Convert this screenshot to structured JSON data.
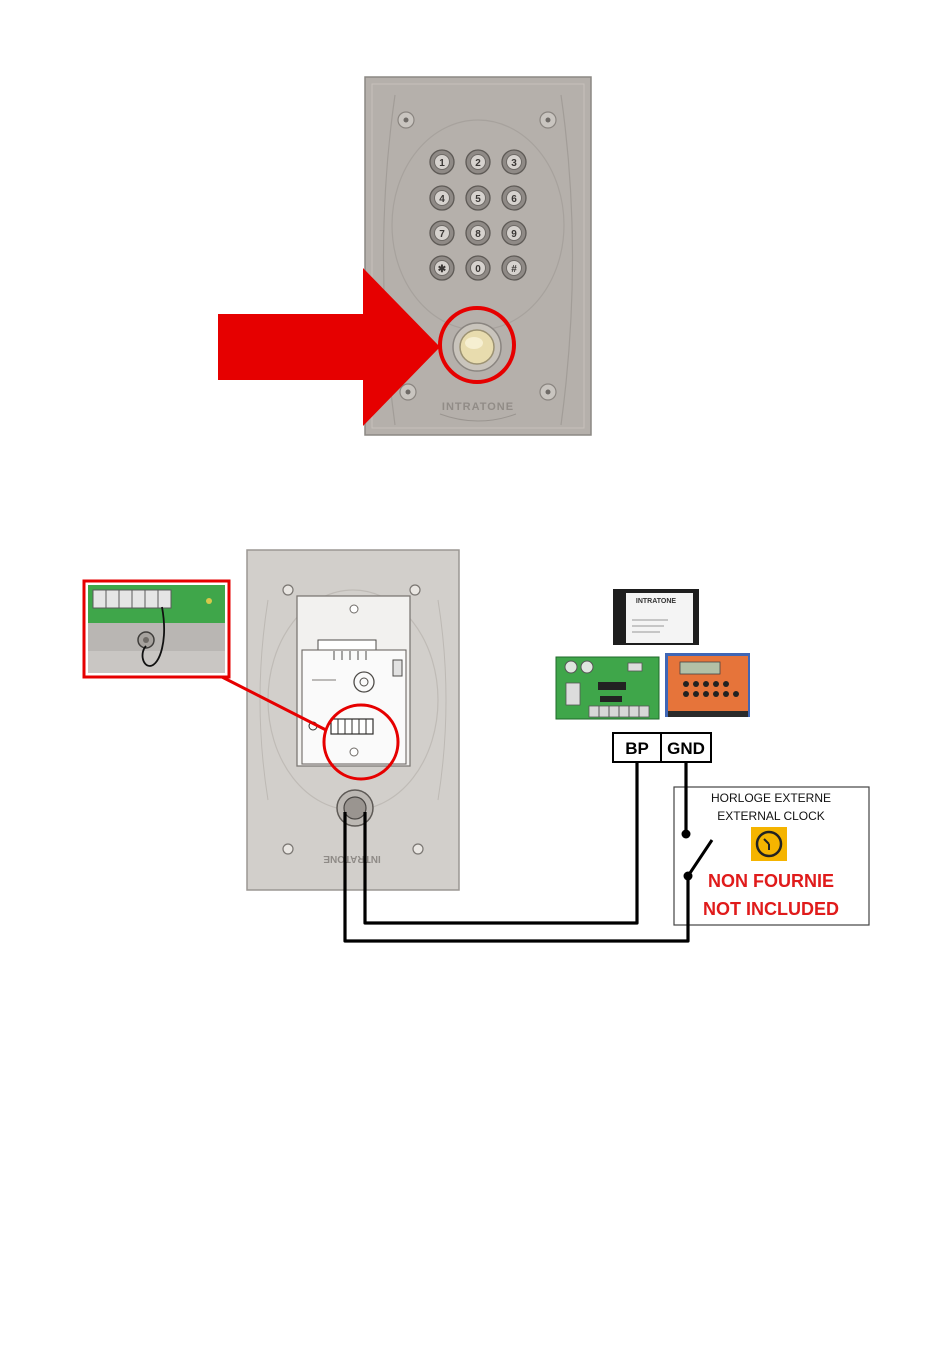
{
  "keypad": {
    "keys": [
      "1",
      "2",
      "3",
      "4",
      "5",
      "6",
      "7",
      "8",
      "9",
      "✱",
      "0",
      "#"
    ],
    "brand": "INTRATONE"
  },
  "wiring": {
    "brand_plate": "INTRATONE",
    "module_brand": "INTRATONE",
    "terminal_bp": "BP",
    "terminal_gnd": "GND"
  },
  "clock_box": {
    "title_fr": "HORLOGE EXTERNE",
    "title_en": "EXTERNAL CLOCK",
    "note_fr": "NON FOURNIE",
    "note_en": "NOT INCLUDED"
  },
  "colors": {
    "highlight_red": "#e60000",
    "label_red": "#e01b1b",
    "panel_gray": "#b5b0ab",
    "clock_yellow": "#f5b400",
    "pcb_green": "#3fa64a",
    "keypad_orange": "#e6743a",
    "keypad_blue": "#3f66b5"
  },
  "icons": [
    "arrow-right-icon",
    "clock-icon",
    "switch-icon",
    "screw-icon"
  ]
}
